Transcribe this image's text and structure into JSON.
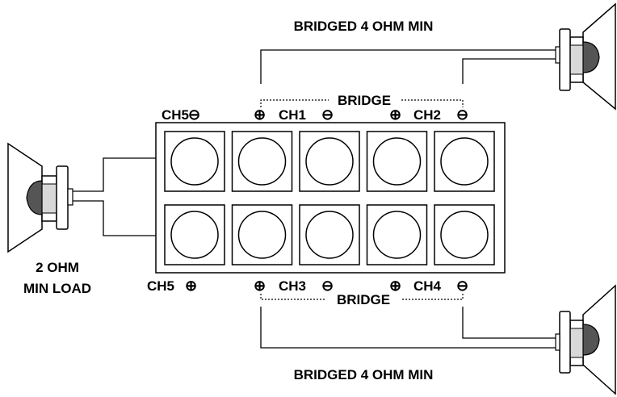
{
  "top_header": "BRIDGED 4 OHM MIN",
  "bottom_header": "BRIDGED 4 OHM MIN",
  "left_speaker_label": {
    "line1": "2 OHM",
    "line2": "MIN LOAD"
  },
  "terminal_labels": {
    "ch5_top": "CH5",
    "ch1": "CH1",
    "ch2": "CH2",
    "ch5_bottom": "CH5",
    "ch3": "CH3",
    "ch4": "CH4"
  },
  "bridge_labels": {
    "top": "BRIDGE",
    "bottom": "BRIDGE"
  },
  "polarity_symbols": {
    "positive": "⊕",
    "negative": "⊖"
  },
  "terminal_block": {
    "rows": 2,
    "columns": 5
  },
  "colors": {
    "line": "#000000",
    "speaker_magnet": "#555555",
    "speaker_body": "#ffffff",
    "background": "#ffffff"
  }
}
